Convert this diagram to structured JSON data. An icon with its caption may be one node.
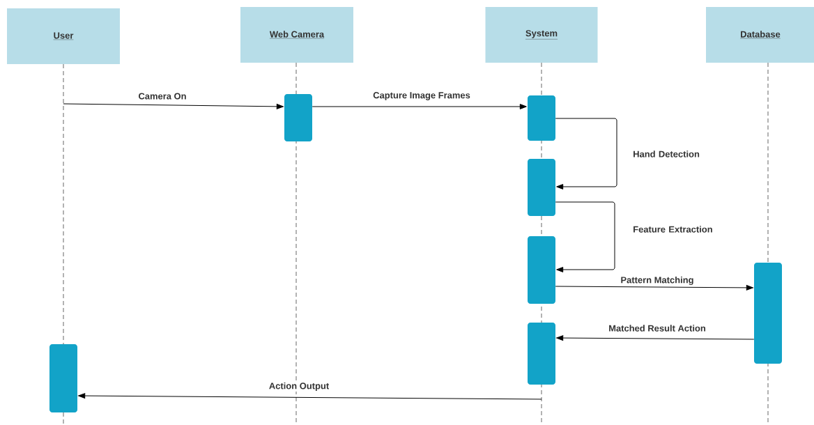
{
  "diagram": {
    "nodes": [
      {
        "text": [
          "User"
        ]
      },
      {
        "text": [
          "Web Camera"
        ]
      },
      {
        "text": [
          "System"
        ]
      },
      {
        "text": [
          "Database"
        ]
      },
      {
        "text": [],
        "shape": "bar"
      },
      {
        "text": [],
        "shape": "bar"
      },
      {
        "text": [],
        "shape": "bar"
      },
      {
        "text": [],
        "shape": "bar"
      },
      {
        "text": [],
        "shape": "bar"
      },
      {
        "text": [],
        "shape": "bar"
      },
      {
        "text": [],
        "shape": "bar"
      }
    ],
    "edges": [
      {
        "from": null,
        "to": 4,
        "arrow": "to",
        "label": "Camera On"
      },
      {
        "from": 4,
        "to": 5,
        "arrow": "to",
        "label": "Capture Image Frames"
      },
      {
        "from": 5,
        "to": 6,
        "arrow": "to",
        "label": "Hand Detection"
      },
      {
        "from": 6,
        "to": 7,
        "arrow": "to",
        "label": "Feature Extraction"
      },
      {
        "from": 7,
        "to": 8,
        "arrow": "to",
        "label": "Pattern Matching"
      },
      {
        "from": 8,
        "to": 9,
        "arrow": "to",
        "label": "Matched Result Action"
      },
      {
        "from": null,
        "to": 10,
        "arrow": "to",
        "label": "Action Output"
      }
    ]
  }
}
